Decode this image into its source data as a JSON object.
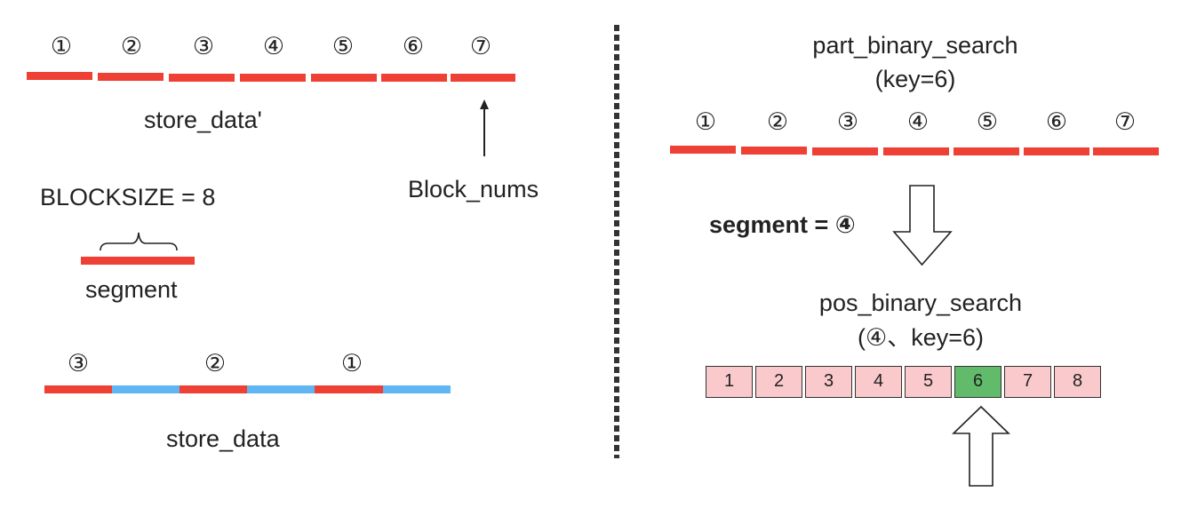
{
  "left": {
    "store_data_prime": {
      "numbers": [
        "①",
        "②",
        "③",
        "④",
        "⑤",
        "⑥",
        "⑦"
      ],
      "label": "store_data'"
    },
    "block_nums_label": "Block_nums",
    "blocksize_label": "BLOCKSIZE = 8",
    "segment_label": "segment",
    "store_data": {
      "numbers": [
        "③",
        "②",
        "①"
      ],
      "label": "store_data"
    }
  },
  "right": {
    "part_search_title": "part_binary_search",
    "part_search_key": "(key=6)",
    "numbers": [
      "①",
      "②",
      "③",
      "④",
      "⑤",
      "⑥",
      "⑦"
    ],
    "segment_eq": "segment = ④",
    "pos_search_title": "pos_binary_search",
    "pos_search_key": "(④、key=6)",
    "cells": [
      "1",
      "2",
      "3",
      "4",
      "5",
      "6",
      "7",
      "8"
    ],
    "highlight_cell": "6"
  },
  "colors": {
    "segment_red": "#ee4035",
    "segment_blue": "#5fb6f2",
    "cell_pink": "#f9c9cc",
    "cell_green": "#62bb6a"
  }
}
